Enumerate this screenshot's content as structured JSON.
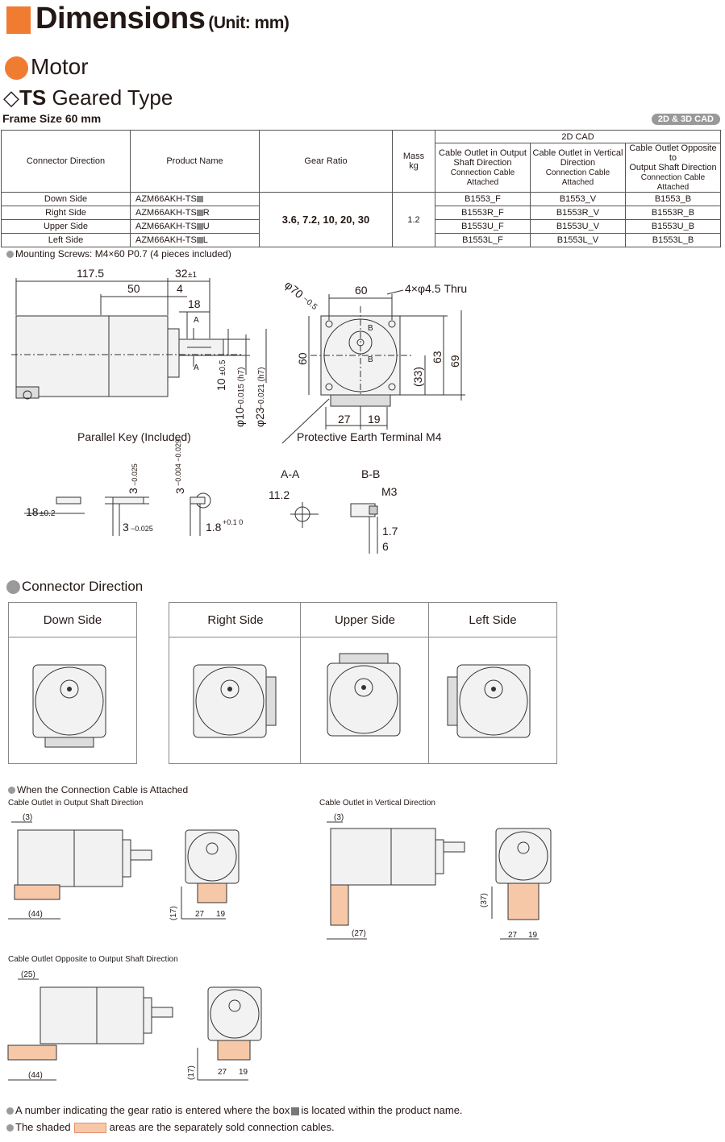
{
  "header": {
    "title": "Dimensions",
    "unit": "(Unit: mm)"
  },
  "section": {
    "motor": "Motor",
    "ts_symbol": "◇",
    "ts_bold": "TS",
    "ts_rest": " Geared Type",
    "frame": "Frame Size 60 mm",
    "cad_badge": "2D & 3D CAD"
  },
  "table": {
    "headers": {
      "connector": "Connector Direction",
      "product": "Product Name",
      "gear": "Gear Ratio",
      "mass": "Mass",
      "mass_unit": "kg",
      "cad2d": "2D CAD"
    },
    "cad_cols": [
      {
        "l1": "Cable Outlet in Output",
        "l2": "Shaft Direction",
        "l3": "Connection Cable Attached"
      },
      {
        "l1": "Cable Outlet in Vertical",
        "l2": "Direction",
        "l3": "Connection Cable Attached"
      },
      {
        "l1": "Cable Outlet Opposite to",
        "l2": "Output Shaft Direction",
        "l3": "Connection Cable Attached"
      }
    ],
    "gear_ratio": "3.6, 7.2, 10, 20, 30",
    "mass": "1.2",
    "rows": [
      {
        "dir": "Down Side",
        "prod": "AZM66AKH-TS",
        "suffix": "",
        "c1": "B1553_F",
        "c2": "B1553_V",
        "c3": "B1553_B"
      },
      {
        "dir": "Right Side",
        "prod": "AZM66AKH-TS",
        "suffix": "R",
        "c1": "B1553R_F",
        "c2": "B1553R_V",
        "c3": "B1553R_B"
      },
      {
        "dir": "Upper Side",
        "prod": "AZM66AKH-TS",
        "suffix": "U",
        "c1": "B1553U_F",
        "c2": "B1553U_V",
        "c3": "B1553U_B"
      },
      {
        "dir": "Left Side",
        "prod": "AZM66AKH-TS",
        "suffix": "L",
        "c1": "B1553L_F",
        "c2": "B1553L_V",
        "c3": "B1553L_B"
      }
    ]
  },
  "drawing": {
    "mounting": "Mounting Screws: M4×60 P0.7 (4 pieces included)",
    "d117": "117.5",
    "d50": "50",
    "d32": "32",
    "d32tol": "±1",
    "d4": "4",
    "d18": "18",
    "dA": "A",
    "dB": "B",
    "d10": "10",
    "d10tol": "±0.5",
    "dphi10": "φ10",
    "dphi10tol": "−0.015 (h7)",
    "dphi23": "φ23",
    "dphi23tol": "−0.021 (h7)",
    "dphi70": "φ70",
    "dphi70tol": "−0.5",
    "d60top": "60",
    "holes": "4×φ4.5 Thru",
    "d60side": "60",
    "d33": "(33)",
    "d63": "63",
    "d69": "69",
    "d27": "27",
    "d19": "19",
    "parallel_key": "Parallel Key (Included)",
    "pe_terminal": "Protective Earth Terminal M4",
    "k18": "18",
    "k18tol": "±0.2",
    "k3a": "3",
    "k3atol": "−0.025",
    "k3b": "3",
    "k3btol": "−0.025",
    "k3c": "3",
    "k3ctol": "−0.004 −0.029",
    "k18b": "1.8",
    "k18btol": "+0.1 0",
    "aa": "A-A",
    "aa112": "11.2",
    "bb": "B-B",
    "bbm3": "M3",
    "bb17": "1.7",
    "bb6": "6"
  },
  "connector": {
    "title": "Connector Direction",
    "labels": [
      "Down Side",
      "Right Side",
      "Upper Side",
      "Left Side"
    ]
  },
  "cable": {
    "title": "When the Connection Cable is Attached",
    "out": "Cable Outlet in Output Shaft Direction",
    "vert": "Cable Outlet in Vertical Direction",
    "opp": "Cable Outlet Opposite to Output Shaft Direction",
    "d3": "(3)",
    "d44": "(44)",
    "d17": "(17)",
    "d27": "27",
    "d19": "19",
    "d3b": "(3)",
    "d27b": "(27)",
    "d37": "(37)",
    "d27c": "27",
    "d19c": "19",
    "d25": "(25)",
    "d44c": "(44)",
    "d17c": "(17)",
    "d27d": "27",
    "d19d": "19"
  },
  "footer": {
    "n1a": "A number indicating the gear ratio is entered where the box",
    "n1b": "is located within the product name.",
    "n2a": "The shaded",
    "n2b": "areas are the separately sold connection cables."
  },
  "colors": {
    "accent": "#f07c32",
    "cable": "#f7c8a8",
    "gray": "#9a9a9a"
  }
}
